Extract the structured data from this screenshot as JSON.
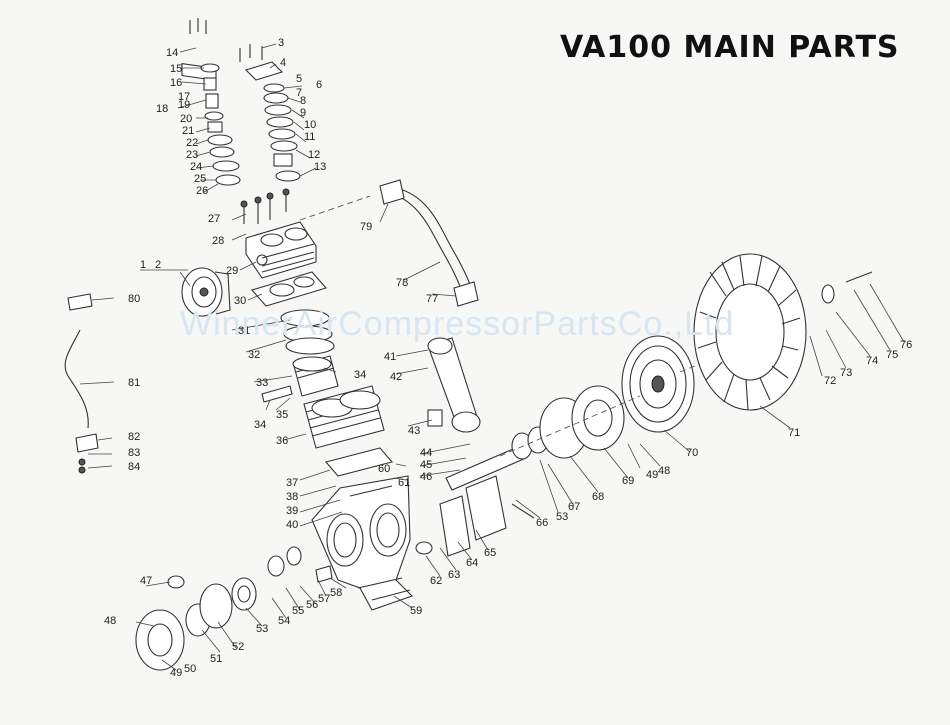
{
  "title": "VA100 MAIN PARTS",
  "watermark": "WinnerAirCompressorPartsCo.,Ltd",
  "part_numbers": [
    "1",
    "2",
    "3",
    "4",
    "5",
    "6",
    "7",
    "8",
    "9",
    "10",
    "11",
    "12",
    "13",
    "14",
    "15",
    "16",
    "17",
    "18",
    "19",
    "20",
    "21",
    "22",
    "23",
    "24",
    "25",
    "26",
    "27",
    "28",
    "29",
    "30",
    "31",
    "32",
    "33",
    "34",
    "34",
    "35",
    "36",
    "37",
    "38",
    "39",
    "40",
    "41",
    "42",
    "43",
    "44",
    "45",
    "46",
    "47",
    "48",
    "48",
    "49",
    "49",
    "50",
    "51",
    "52",
    "53",
    "53",
    "54",
    "55",
    "56",
    "57",
    "58",
    "59",
    "60",
    "61",
    "62",
    "63",
    "64",
    "65",
    "66",
    "67",
    "68",
    "69",
    "70",
    "71",
    "72",
    "73",
    "74",
    "75",
    "76",
    "77",
    "78",
    "79",
    "80",
    "81",
    "82",
    "83",
    "84"
  ]
}
